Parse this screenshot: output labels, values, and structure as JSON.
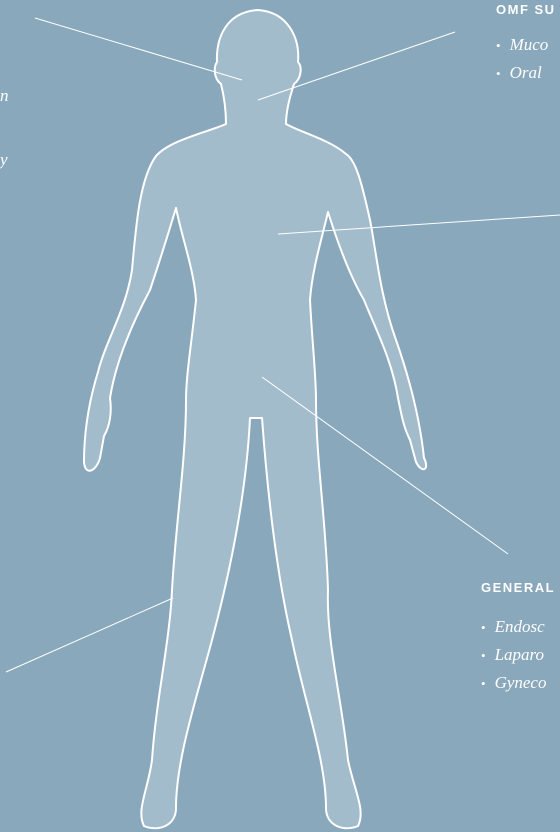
{
  "colors": {
    "background": "#89a8bc",
    "body_fill": "#a3bccc",
    "outline": "#ffffff",
    "leader_line": "#ffffff"
  },
  "labels": {
    "omf": {
      "heading": "OMF SU",
      "items": [
        "Muco",
        "Oral"
      ]
    },
    "general": {
      "heading": "GENERAL",
      "items": [
        "Endosc",
        "Laparo",
        "Gyneco"
      ]
    },
    "left_fragments": [
      "n",
      "y"
    ]
  }
}
